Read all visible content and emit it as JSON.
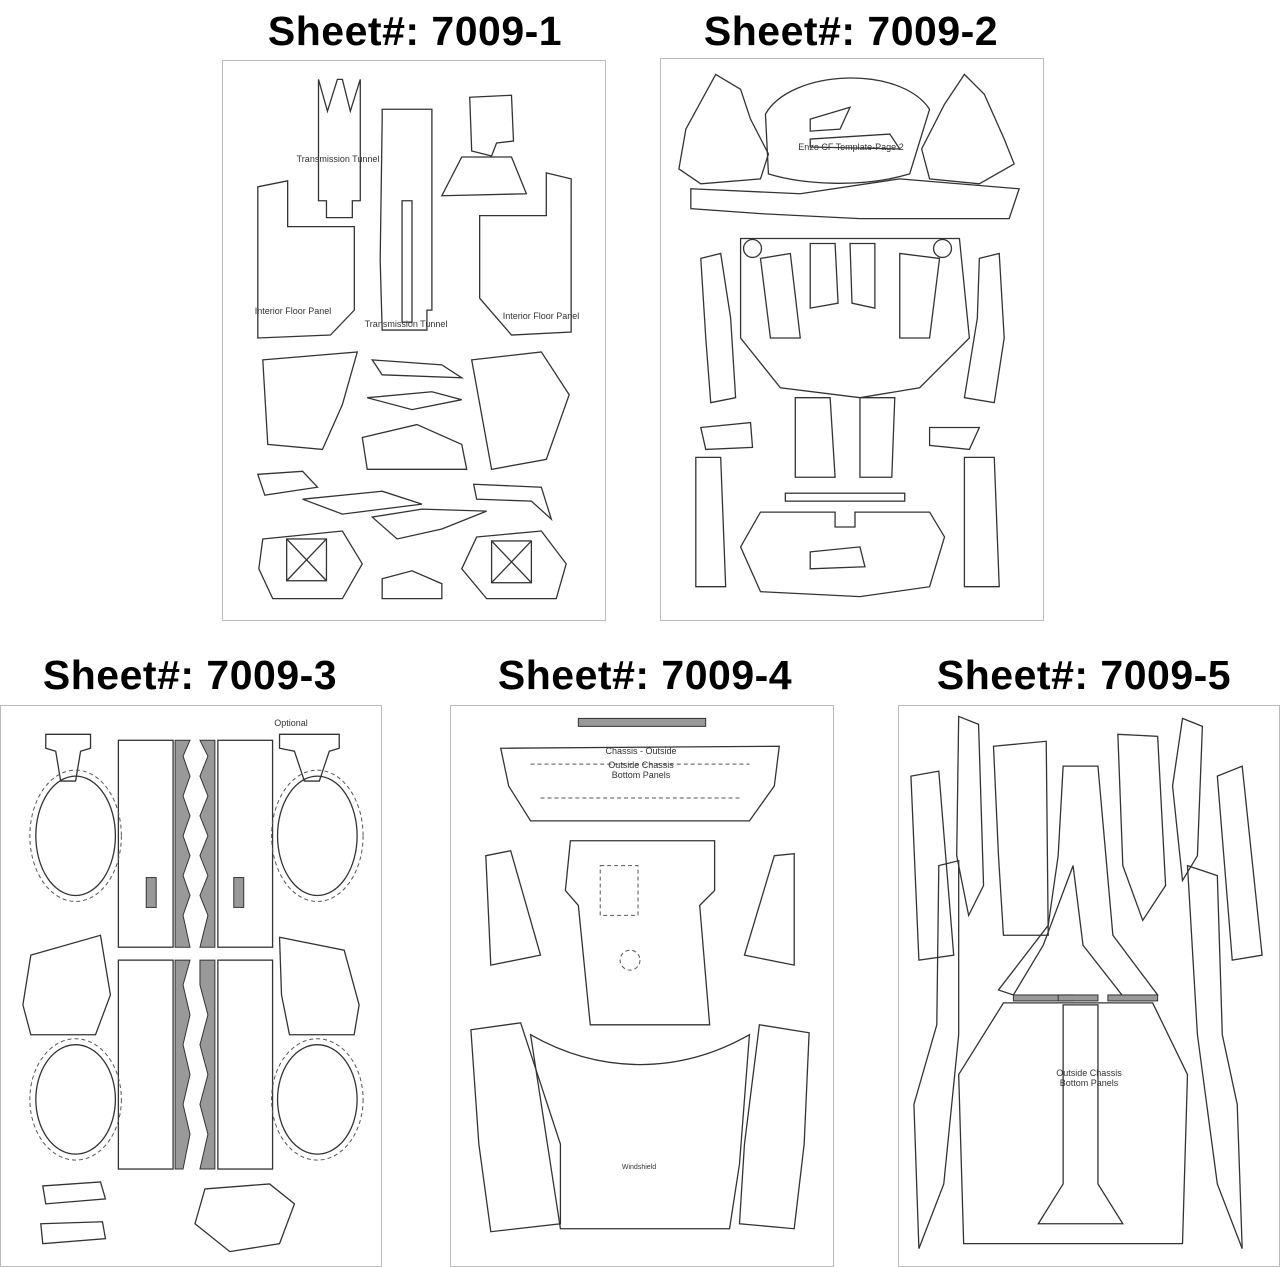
{
  "sheets": [
    {
      "title": "Sheet#: 7009-1",
      "labels": {
        "tunnel_a": "Transmission Tunnel",
        "tunnel_b": "Transmission Tunnel",
        "floor_left": "Interior Floor Panel",
        "floor_right": "Interior Floor Panel"
      }
    },
    {
      "title": "Sheet#: 7009-2",
      "labels": {
        "template": "Enzo CF Template-Page 2"
      }
    },
    {
      "title": "Sheet#: 7009-3",
      "labels": {
        "optional": "Optional"
      }
    },
    {
      "title": "Sheet#: 7009-4",
      "labels": {
        "chassis_outside": "Chassis - Outside",
        "bottom_panels": "Outside Chassis Bottom Panels",
        "windshield": "Windshield"
      }
    },
    {
      "title": "Sheet#: 7009-5",
      "labels": {
        "bottom_panels": "Outside Chassis Bottom Panels"
      }
    }
  ]
}
